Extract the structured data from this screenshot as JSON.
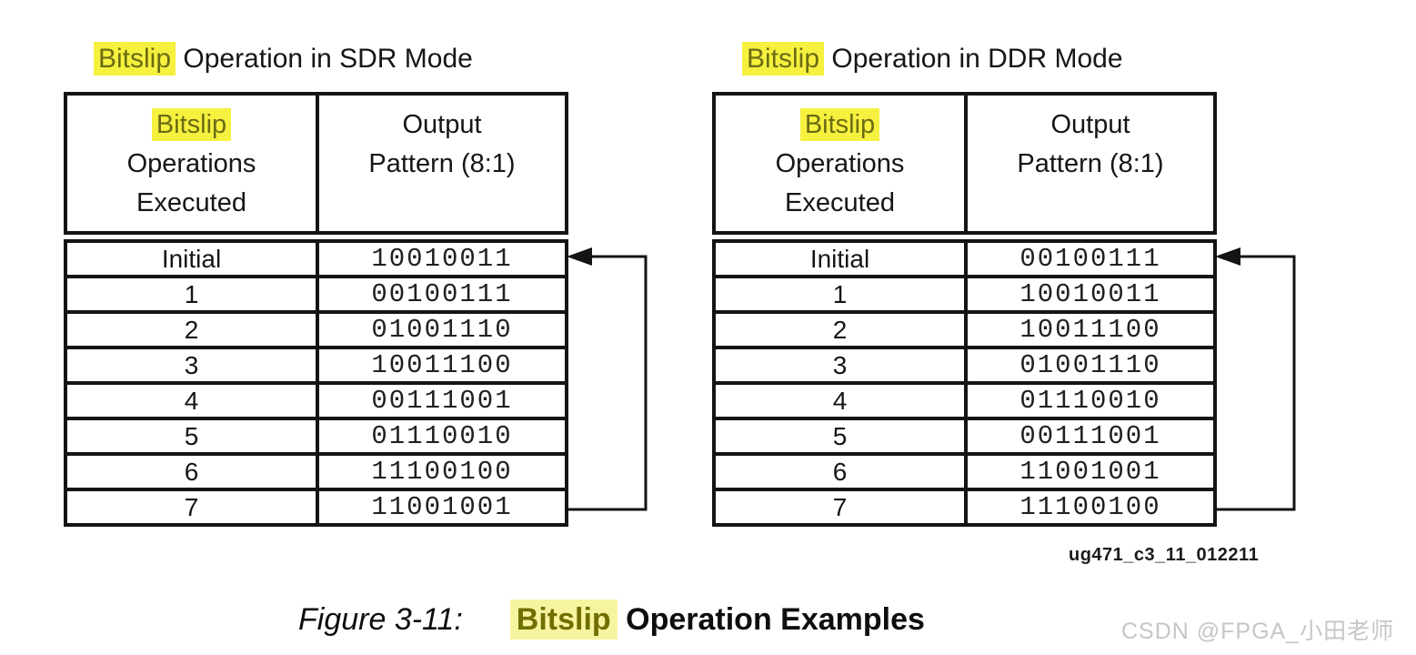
{
  "colors": {
    "highlight_strong": "#f5f13e",
    "highlight_soft": "#f7f4a0",
    "highlight_text": "#6b6b14",
    "line_color": "#141414",
    "watermark_color": "#c6c6c6"
  },
  "tables": [
    {
      "id": "sdr",
      "title_highlight": "Bitslip",
      "title_rest": " Operation in SDR Mode",
      "header": {
        "col1_line1": "Bitslip",
        "col1_line2": "Operations",
        "col1_line3": "Executed",
        "col2_line1": "Output",
        "col2_line2": "Pattern (8:1)"
      },
      "rows": [
        {
          "label": "Initial",
          "pattern": "10010011"
        },
        {
          "label": "1",
          "pattern": "00100111"
        },
        {
          "label": "2",
          "pattern": "01001110"
        },
        {
          "label": "3",
          "pattern": "10011100"
        },
        {
          "label": "4",
          "pattern": "00111001"
        },
        {
          "label": "5",
          "pattern": "01110010"
        },
        {
          "label": "6",
          "pattern": "11100100"
        },
        {
          "label": "7",
          "pattern": "11001001"
        }
      ]
    },
    {
      "id": "ddr",
      "title_highlight": "Bitslip",
      "title_rest": " Operation in DDR Mode",
      "header": {
        "col1_line1": "Bitslip",
        "col1_line2": "Operations",
        "col1_line3": "Executed",
        "col2_line1": "Output",
        "col2_line2": "Pattern (8:1)"
      },
      "rows": [
        {
          "label": "Initial",
          "pattern": "00100111"
        },
        {
          "label": "1",
          "pattern": "10010011"
        },
        {
          "label": "2",
          "pattern": "10011100"
        },
        {
          "label": "3",
          "pattern": "01001110"
        },
        {
          "label": "4",
          "pattern": "01110010"
        },
        {
          "label": "5",
          "pattern": "00111001"
        },
        {
          "label": "6",
          "pattern": "11001001"
        },
        {
          "label": "7",
          "pattern": "11100100"
        }
      ]
    }
  ],
  "footer": {
    "doc_ref": "ug471_c3_11_012211",
    "caption_prefix": "Figure 3-11:",
    "caption_highlight": "Bitslip",
    "caption_rest": " Operation Examples",
    "watermark": "CSDN @FPGA_小田老师"
  }
}
